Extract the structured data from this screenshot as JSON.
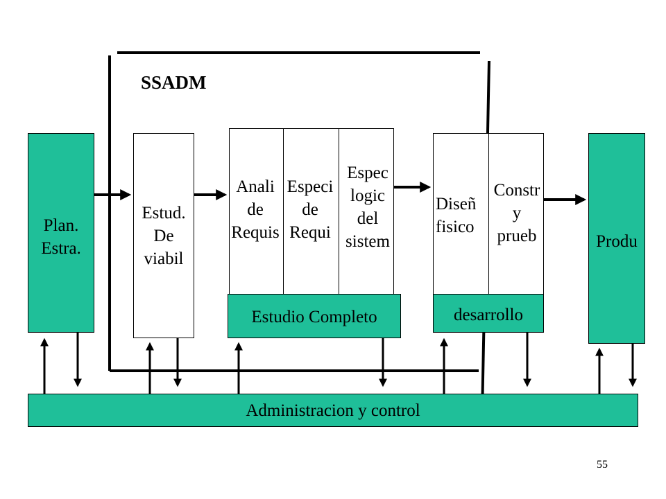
{
  "title": "SSADM",
  "stages": {
    "plan": "Plan.\nEstra.",
    "estud": "Estud.\nDe\nviabil",
    "anali": "Anali\nde\nRequis",
    "especi": "Especi\nde\nRequi",
    "espec": "Espec\nlogic\ndel\nsistem",
    "diseno": "Diseñ\nfisico",
    "constr": "Constr\ny\nprueb",
    "produ": "Produ"
  },
  "groups": {
    "estudio": "Estudio Completo",
    "desarrollo": "desarrollo"
  },
  "admin": "Administracion y control",
  "page_number": "55",
  "colors": {
    "fill": "#1fbf99",
    "line": "#000000"
  }
}
